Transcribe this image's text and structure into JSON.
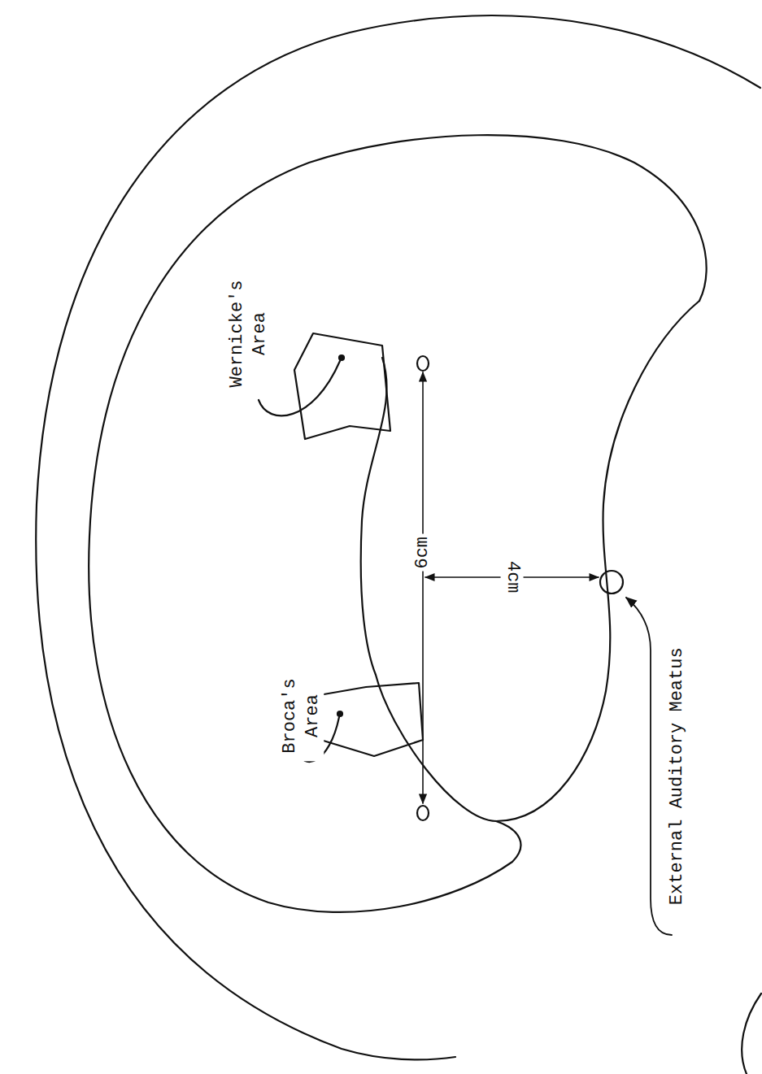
{
  "diagram": {
    "labels": [
      "Wernicke's Area",
      "Broca's Area",
      "6cm",
      "4cm",
      "External Auditory Meatus"
    ]
  }
}
